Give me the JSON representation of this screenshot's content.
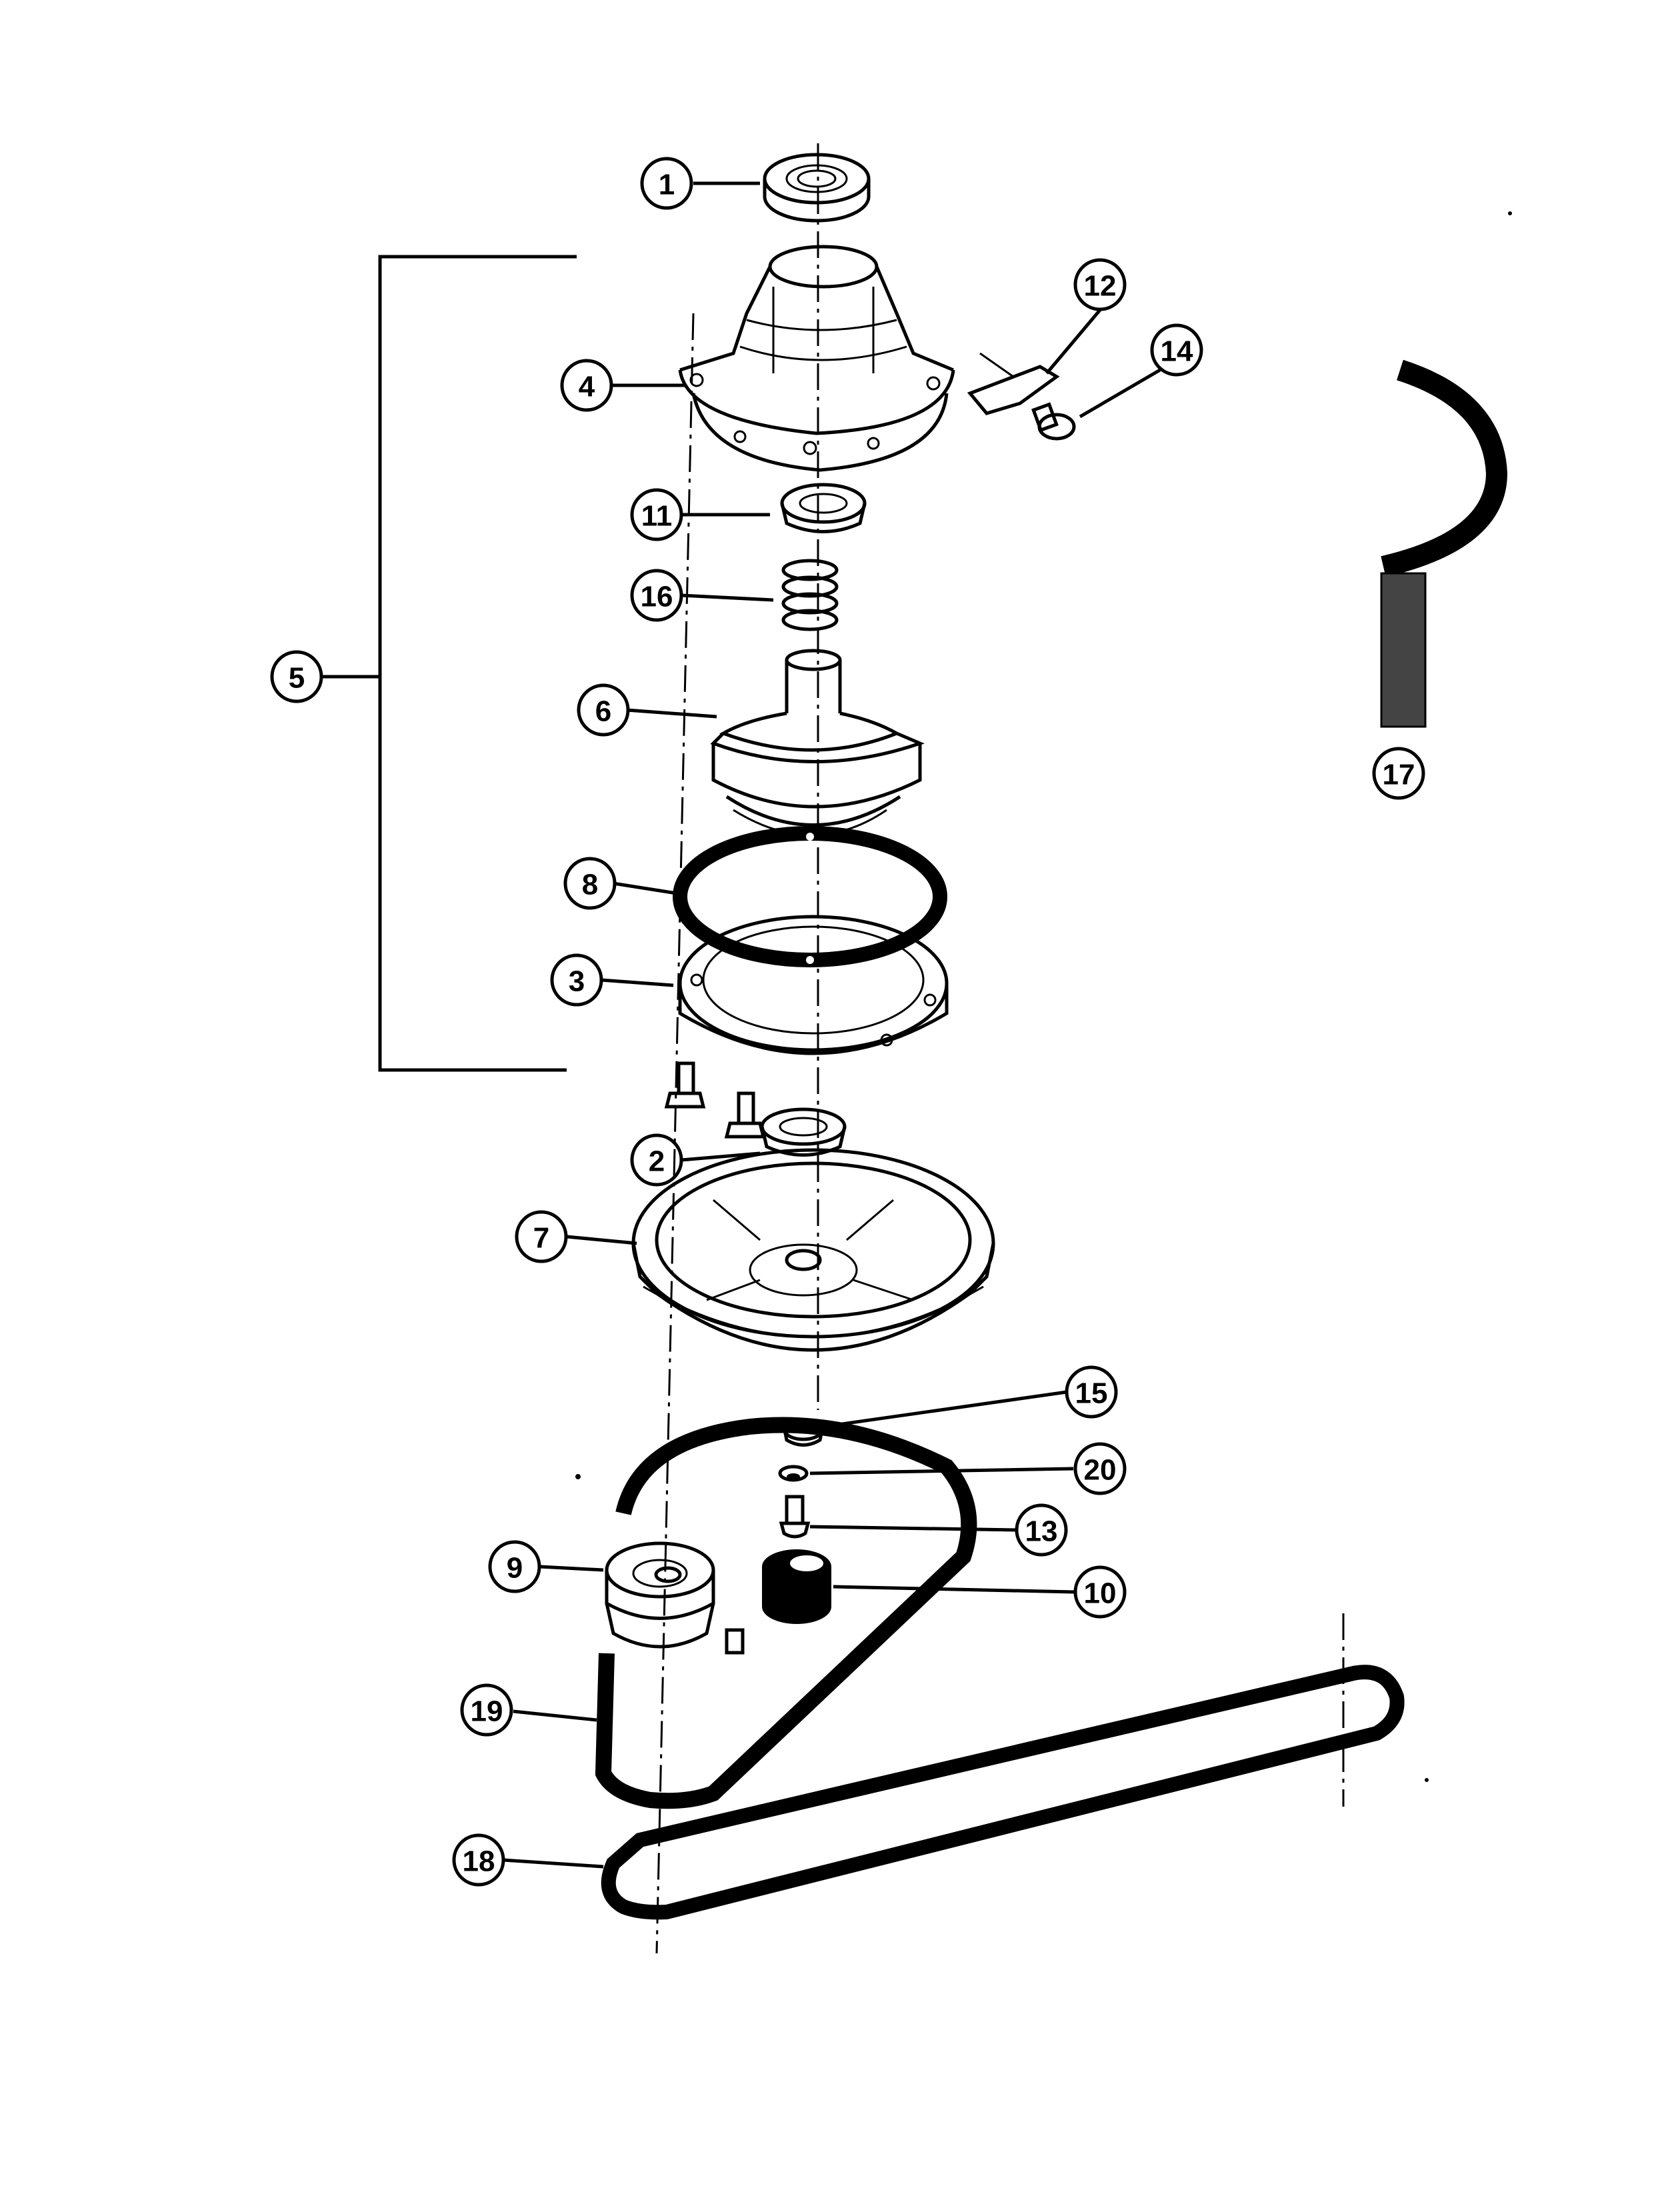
{
  "diagram": {
    "type": "exploded-parts-view",
    "line_color": "#000000",
    "background": "#ffffff",
    "assembly_bracket_label": "5",
    "callouts": [
      {
        "id": "c1",
        "number": "1",
        "part": "bearing-top"
      },
      {
        "id": "c2",
        "number": "2",
        "part": "bearing-lower"
      },
      {
        "id": "c3",
        "number": "3",
        "part": "base-ring"
      },
      {
        "id": "c4",
        "number": "4",
        "part": "housing-cone"
      },
      {
        "id": "c5",
        "number": "5",
        "part": "assembly"
      },
      {
        "id": "c6",
        "number": "6",
        "part": "clutch-drum"
      },
      {
        "id": "c7",
        "number": "7",
        "part": "drive-pulley"
      },
      {
        "id": "c8",
        "number": "8",
        "part": "gasket"
      },
      {
        "id": "c9",
        "number": "9",
        "part": "motor-pulley"
      },
      {
        "id": "c10",
        "number": "10",
        "part": "collar"
      },
      {
        "id": "c11",
        "number": "11",
        "part": "seal"
      },
      {
        "id": "c12",
        "number": "12",
        "part": "bracket-clip"
      },
      {
        "id": "c13",
        "number": "13",
        "part": "screw"
      },
      {
        "id": "c14",
        "number": "14",
        "part": "screw-small"
      },
      {
        "id": "c15",
        "number": "15",
        "part": "nut"
      },
      {
        "id": "c16",
        "number": "16",
        "part": "spring"
      },
      {
        "id": "c17",
        "number": "17",
        "part": "spanner-wrench"
      },
      {
        "id": "c18",
        "number": "18",
        "part": "belt-long"
      },
      {
        "id": "c19",
        "number": "19",
        "part": "belt-short"
      },
      {
        "id": "c20",
        "number": "20",
        "part": "washer"
      }
    ]
  }
}
